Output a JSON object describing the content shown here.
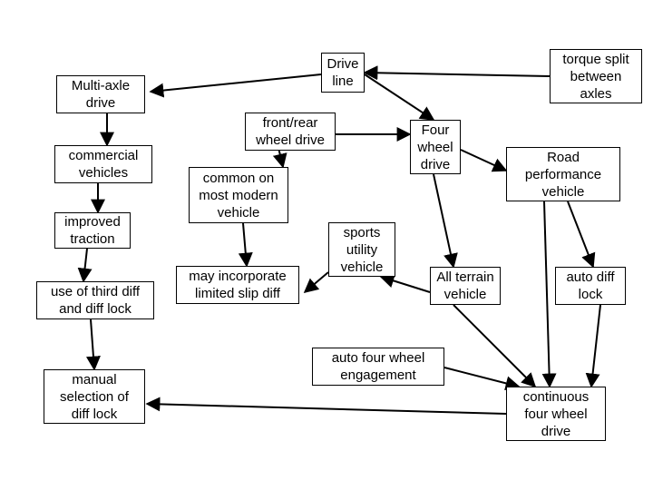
{
  "diagram": {
    "nodes": [
      {
        "id": "drive_line",
        "label": "Drive\nline"
      },
      {
        "id": "multi_axle",
        "label": "Multi-axle\ndrive"
      },
      {
        "id": "torque_split",
        "label": "torque split\nbetween\naxles"
      },
      {
        "id": "front_rear",
        "label": "front/rear\nwheel drive"
      },
      {
        "id": "four_wheel",
        "label": "Four\nwheel\ndrive"
      },
      {
        "id": "commercial",
        "label": "commercial\nvehicles"
      },
      {
        "id": "road_perf",
        "label": "Road\nperformance\nvehicle"
      },
      {
        "id": "common",
        "label": "common on\nmost modern\nvehicle"
      },
      {
        "id": "improved",
        "label": "improved\ntraction"
      },
      {
        "id": "suv",
        "label": "sports\nutility\nvehicle"
      },
      {
        "id": "third_diff",
        "label": "use of third diff\nand diff lock"
      },
      {
        "id": "limited_slip",
        "label": "may incorporate\nlimited slip diff"
      },
      {
        "id": "all_terrain",
        "label": "All terrain\nvehicle"
      },
      {
        "id": "auto_diff",
        "label": "auto diff\nlock"
      },
      {
        "id": "auto_4wd",
        "label": "auto four wheel\nengagement"
      },
      {
        "id": "manual",
        "label": "manual\nselection of\ndiff lock"
      },
      {
        "id": "continuous",
        "label": "continuous\nfour wheel\ndrive"
      }
    ],
    "edges": [
      {
        "from": "drive_line",
        "to": "multi_axle"
      },
      {
        "from": "drive_line",
        "to": "four_wheel"
      },
      {
        "from": "torque_split",
        "to": "drive_line"
      },
      {
        "from": "front_rear",
        "to": "four_wheel"
      },
      {
        "from": "four_wheel",
        "to": "road_perf"
      },
      {
        "from": "four_wheel",
        "to": "all_terrain"
      },
      {
        "from": "front_rear",
        "to": "common"
      },
      {
        "from": "common",
        "to": "limited_slip"
      },
      {
        "from": "multi_axle",
        "to": "commercial"
      },
      {
        "from": "commercial",
        "to": "improved"
      },
      {
        "from": "improved",
        "to": "third_diff"
      },
      {
        "from": "third_diff",
        "to": "manual"
      },
      {
        "from": "all_terrain",
        "to": "suv"
      },
      {
        "from": "suv",
        "to": "limited_slip"
      },
      {
        "from": "road_perf",
        "to": "auto_diff"
      },
      {
        "from": "road_perf",
        "to": "continuous"
      },
      {
        "from": "all_terrain",
        "to": "continuous"
      },
      {
        "from": "auto_diff",
        "to": "continuous"
      },
      {
        "from": "auto_4wd",
        "to": "continuous"
      },
      {
        "from": "continuous",
        "to": "manual"
      }
    ]
  }
}
